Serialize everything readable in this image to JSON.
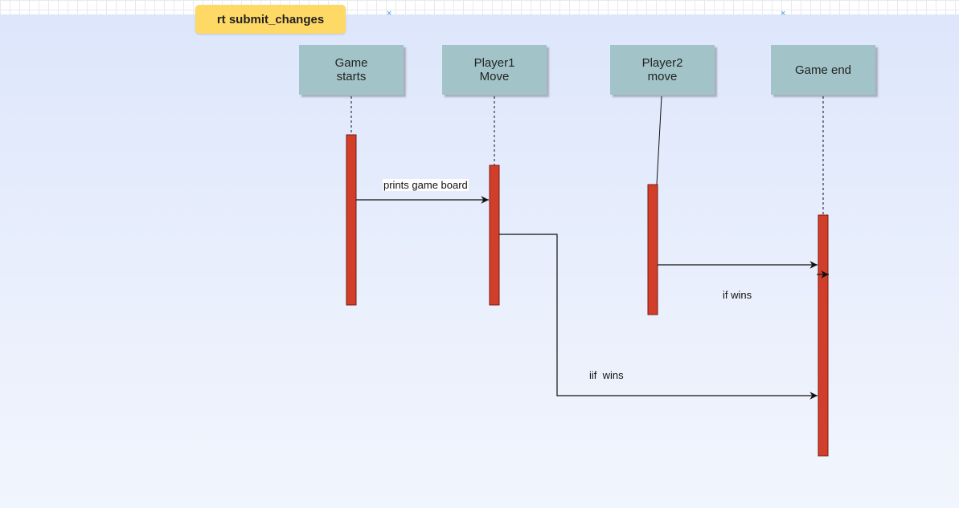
{
  "tab": {
    "label": "rt submit_changes",
    "close_glyph": "×"
  },
  "participants": [
    {
      "name": "Game\nstarts"
    },
    {
      "name": "Player1\nMove"
    },
    {
      "name": "Player2\nmove"
    },
    {
      "name": "Game end"
    }
  ],
  "messages": [
    {
      "label": "prints game board"
    },
    {
      "label": "if wins"
    },
    {
      "label": "iif  wins"
    }
  ],
  "colors": {
    "participant_fill": "#a2c4c9",
    "activation_fill": "#d13f2a",
    "activation_stroke": "#7a1a10",
    "tab_fill": "#ffd966",
    "line": "#111111"
  }
}
